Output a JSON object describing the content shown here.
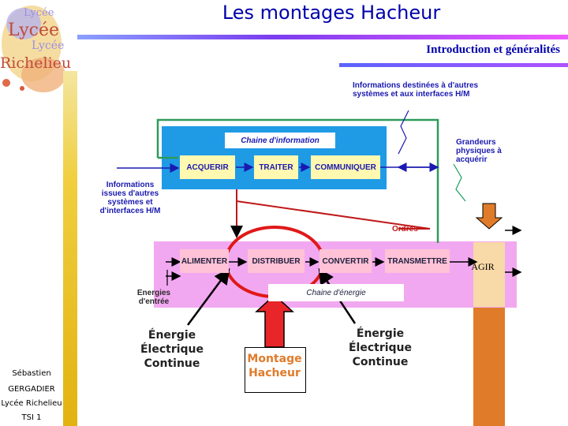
{
  "header": {
    "title": "Les montages Hacheur",
    "subtitle": "Introduction et généralités"
  },
  "logo": {
    "words": [
      "Lycée",
      "Lycée",
      "Lycée",
      "Richelieu"
    ]
  },
  "author": {
    "lines": [
      "Sébastien",
      "GERGADIER",
      "Lycée Richelieu",
      "TSI 1"
    ]
  },
  "diagram": {
    "info_chain_title": "Chaine d'information",
    "info_blocks": [
      "ACQUERIR",
      "TRAITER",
      "COMMUNIQUER"
    ],
    "energy_chain_title": "Chaine d'énergie",
    "energy_blocks": [
      "ALIMENTER",
      "DISTRIBUER",
      "CONVERTIR",
      "TRANSMETTRE"
    ],
    "agir": "AGIR",
    "info_out": [
      "Informations destinées à d'autres",
      "systèmes et aux interfaces H/M"
    ],
    "quantities": [
      "Grandeurs",
      "physiques à",
      "acquérir"
    ],
    "info_in": [
      "Informations",
      "issues d'autres",
      "systèmes et",
      "d'interfaces H/M"
    ],
    "orders": "Ordres",
    "energy_in": [
      "Energies",
      "d'entrée"
    ]
  },
  "annotations": {
    "left": [
      "Énergie",
      "Électrique",
      "Continue"
    ],
    "center": [
      "Montage",
      "Hacheur"
    ],
    "right": [
      "Énergie",
      "Électrique",
      "Continue"
    ]
  },
  "colors": {
    "info_zone": "#1f9be6",
    "energy_zone": "#f2a8f0",
    "title_blue": "#0000aa",
    "highlight_red": "#e01818",
    "order_arrow_green": "#2e9b5a"
  }
}
